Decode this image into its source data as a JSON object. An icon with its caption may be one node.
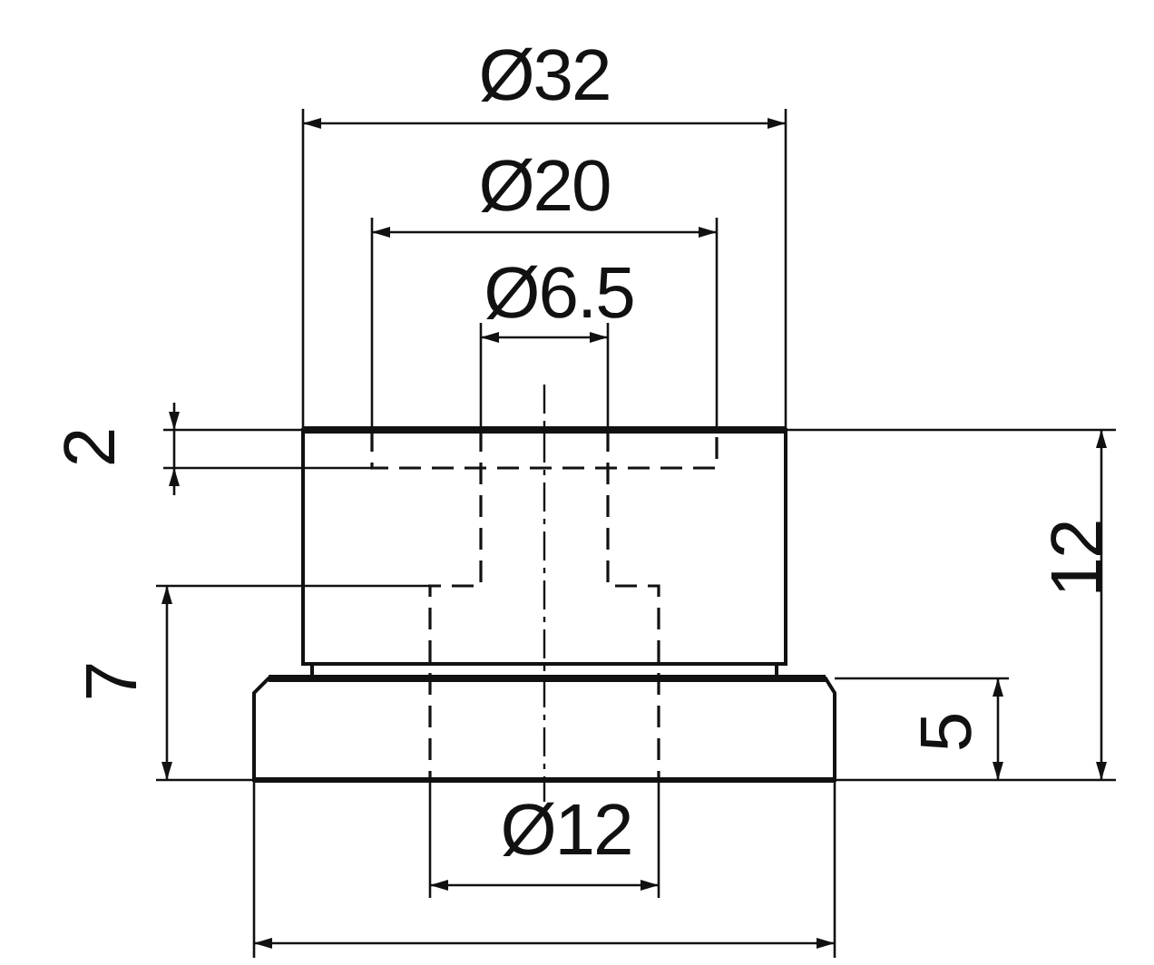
{
  "diagram": {
    "labels": [
      "Ø32",
      "Ø20",
      "Ø6.5",
      "2",
      "12",
      "7",
      "5",
      "Ø12"
    ]
  }
}
